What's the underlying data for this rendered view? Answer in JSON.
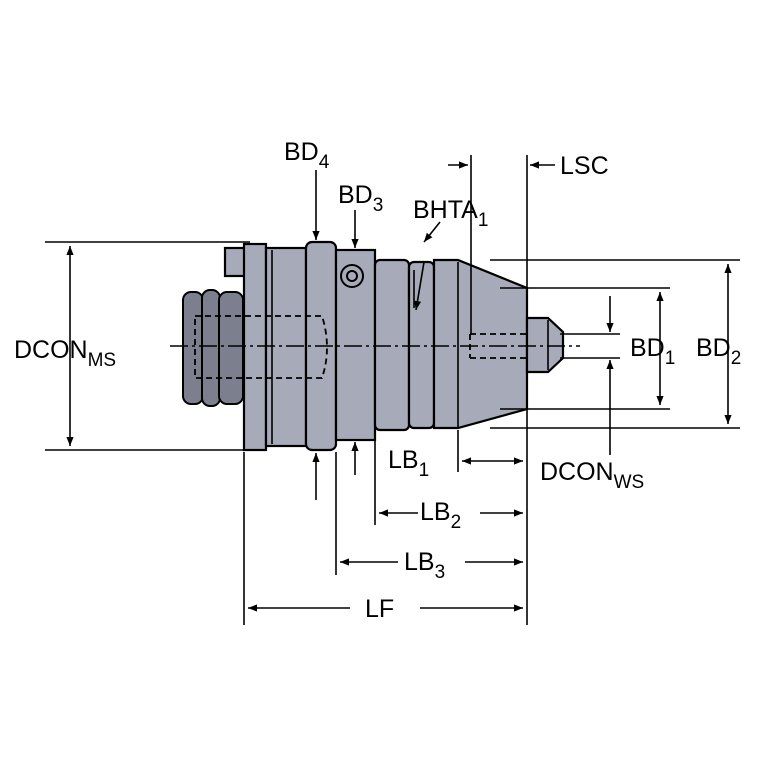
{
  "labels": {
    "dcon_ms": {
      "main": "DCON",
      "sub": "MS"
    },
    "bd4": {
      "main": "BD",
      "sub": "4"
    },
    "bd3": {
      "main": "BD",
      "sub": "3"
    },
    "bhta1": {
      "main": "BHTA",
      "sub": "1"
    },
    "lsc": {
      "main": "LSC"
    },
    "bd1": {
      "main": "BD",
      "sub": "1"
    },
    "bd2": {
      "main": "BD",
      "sub": "2"
    },
    "dcon_ws": {
      "main": "DCON",
      "sub": "WS"
    },
    "lb1": {
      "main": "LB",
      "sub": "1"
    },
    "lb2": {
      "main": "LB",
      "sub": "2"
    },
    "lb3": {
      "main": "LB",
      "sub": "3"
    },
    "lf": {
      "main": "LF"
    }
  },
  "colors": {
    "body": "#a7aab8",
    "shade": "#7c7f8d",
    "line": "#000000"
  }
}
